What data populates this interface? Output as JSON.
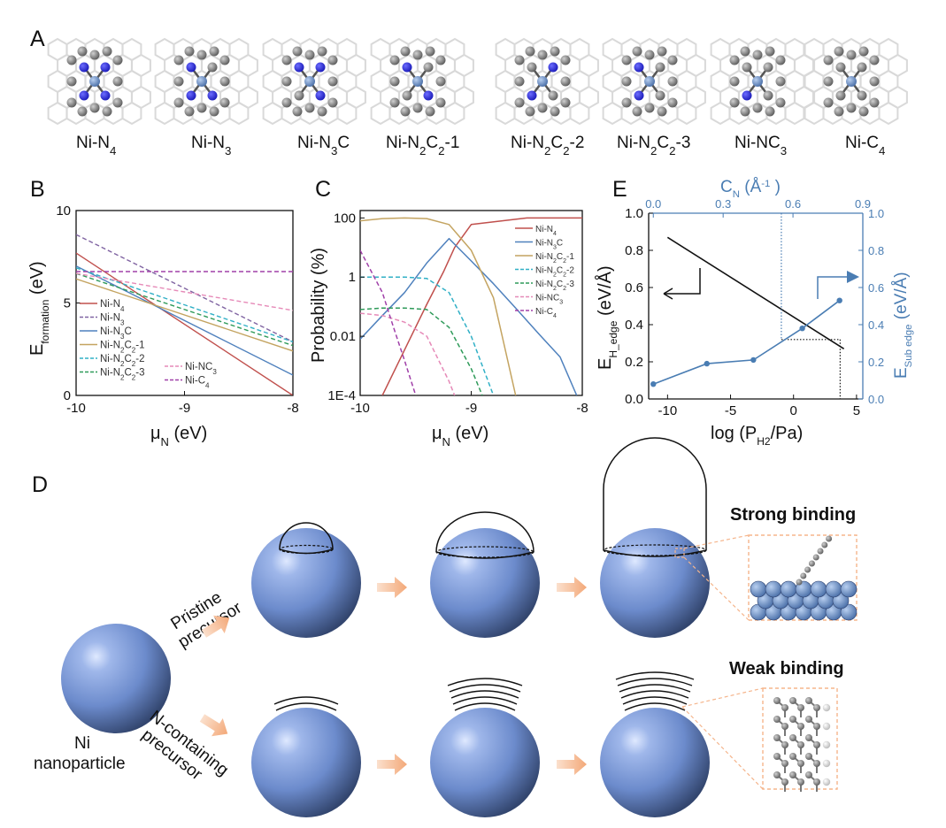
{
  "figure": {
    "panel_a": {
      "letter": "A",
      "structures": [
        {
          "name": "Ni-N",
          "sub": "4",
          "label": "Ni-N4"
        },
        {
          "name": "Ni-N",
          "sub": "3",
          "label": "Ni-N3"
        },
        {
          "name": "Ni-N",
          "sub": "3",
          "tail": "C",
          "label": "Ni-N3C"
        },
        {
          "name": "Ni-N",
          "sub": "2",
          "mid": "C",
          "sub2": "2",
          "tail": "-1",
          "label": "Ni-N2C2-1"
        },
        {
          "name": "Ni-N",
          "sub": "2",
          "mid": "C",
          "sub2": "2",
          "tail": "-2",
          "label": "Ni-N2C2-2"
        },
        {
          "name": "Ni-N",
          "sub": "2",
          "mid": "C",
          "sub2": "2",
          "tail": "-3",
          "label": "Ni-N2C2-3"
        },
        {
          "name": "Ni-NC",
          "sub": "3",
          "label": "Ni-NC3"
        },
        {
          "name": "Ni-C",
          "sub": "4",
          "label": "Ni-C4"
        }
      ]
    },
    "panel_d": {
      "letter": "D",
      "start_label_line1": "Ni",
      "start_label_line2": "nanoparticle",
      "upper_path_line1": "Pristine",
      "upper_path_line2": "precursor",
      "lower_path_line1": "N-containing",
      "lower_path_line2": "precursor",
      "strong_label": "Strong binding",
      "weak_label": "Weak binding"
    },
    "colors": {
      "ni_sphere": "#6f8fd0",
      "arrow": "#f5b58c",
      "nitrogen": "#2121d6",
      "carbon": "#6b6b6b",
      "nickel": "#5a7fb8",
      "blue_axis": "#4a7db3"
    }
  },
  "chart_data": [
    {
      "panel": "B",
      "type": "line",
      "xlabel": "μN (eV)",
      "ylabel": "Eformation (eV)",
      "xlim": [
        -10,
        -8
      ],
      "ylim": [
        0,
        10
      ],
      "xticks": [
        "-10",
        "-9",
        "-8"
      ],
      "yticks": [
        "0",
        "5",
        "10"
      ],
      "series": [
        {
          "name": "Ni-N4",
          "color": "#c0504d",
          "dash": false,
          "x": [
            -10,
            -8
          ],
          "y": [
            7.7,
            0
          ]
        },
        {
          "name": "Ni-N3",
          "color": "#8064a2",
          "dash": true,
          "x": [
            -10,
            -8
          ],
          "y": [
            8.7,
            2.9
          ]
        },
        {
          "name": "Ni-N3C",
          "color": "#4f81bd",
          "dash": false,
          "x": [
            -10,
            -8
          ],
          "y": [
            7.0,
            1.1
          ]
        },
        {
          "name": "Ni-N2C2-1",
          "color": "#c4a461",
          "dash": false,
          "x": [
            -10,
            -8
          ],
          "y": [
            6.3,
            2.4
          ]
        },
        {
          "name": "Ni-N2C2-2",
          "color": "#31b0c6",
          "dash": true,
          "x": [
            -10,
            -8
          ],
          "y": [
            6.9,
            2.9
          ]
        },
        {
          "name": "Ni-N2C2-3",
          "color": "#2e9a59",
          "dash": true,
          "x": [
            -10,
            -8
          ],
          "y": [
            6.6,
            2.7
          ]
        },
        {
          "name": "Ni-NC3",
          "color": "#e68ab8",
          "dash": true,
          "x": [
            -10,
            -8
          ],
          "y": [
            6.6,
            4.6
          ]
        },
        {
          "name": "Ni-C4",
          "color": "#a040a8",
          "dash": true,
          "x": [
            -10,
            -8
          ],
          "y": [
            6.7,
            6.7
          ]
        }
      ],
      "legend_left": [
        {
          "name": "Ni-N",
          "sub": "4"
        },
        {
          "name": "Ni-N",
          "sub": "3"
        },
        {
          "name": "Ni-N",
          "sub": "3",
          "tail": "C"
        },
        {
          "name": "Ni-N",
          "sub": "2",
          "mid": "C",
          "sub2": "2",
          "tail": "-1"
        },
        {
          "name": "Ni-N",
          "sub": "2",
          "mid": "C",
          "sub2": "2",
          "tail": "-2"
        },
        {
          "name": "Ni-N",
          "sub": "2",
          "mid": "C",
          "sub2": "2",
          "tail": "-3"
        }
      ],
      "legend_right": [
        {
          "name": "Ni-NC",
          "sub": "3"
        },
        {
          "name": "Ni-C",
          "sub": "4"
        }
      ]
    },
    {
      "panel": "C",
      "type": "line",
      "xlabel": "μN (eV)",
      "ylabel": "Probability (%)",
      "xlim": [
        -10,
        -8
      ],
      "yscale": "log",
      "ylim": [
        0.0001,
        100
      ],
      "xticks": [
        "-10",
        "-9",
        "-8"
      ],
      "yticks": [
        "1E-4",
        "0.01",
        "1",
        "100"
      ],
      "series": [
        {
          "name": "Ni-N4",
          "color": "#c0504d",
          "dash": false,
          "x": [
            -9.8,
            -9.6,
            -9.4,
            -9.25,
            -9.15,
            -9.0,
            -8.5,
            -8.0
          ],
          "y": [
            0.0001,
            0.0035,
            0.12,
            1.5,
            10,
            60,
            100,
            100
          ]
        },
        {
          "name": "Ni-N3C",
          "color": "#4f81bd",
          "dash": false,
          "x": [
            -10.0,
            -9.8,
            -9.6,
            -9.4,
            -9.2,
            -9.0,
            -8.8,
            -8.6,
            -8.4,
            -8.2,
            -8.05
          ],
          "y": [
            0.008,
            0.05,
            0.3,
            3,
            20,
            3.5,
            0.6,
            0.09,
            0.013,
            0.002,
            0.0001
          ]
        },
        {
          "name": "Ni-N2C2-1",
          "color": "#c4a461",
          "dash": false,
          "x": [
            -10.0,
            -9.8,
            -9.6,
            -9.4,
            -9.2,
            -9.0,
            -8.8,
            -8.6
          ],
          "y": [
            80,
            95,
            100,
            95,
            60,
            8,
            0.2,
            0.0001
          ]
        },
        {
          "name": "Ni-N2C2-2",
          "color": "#31b0c6",
          "dash": true,
          "x": [
            -10.0,
            -9.8,
            -9.6,
            -9.4,
            -9.2,
            -9.0,
            -8.8
          ],
          "y": [
            1,
            1,
            1,
            0.9,
            0.3,
            0.01,
            0.0001
          ]
        },
        {
          "name": "Ni-N2C2-3",
          "color": "#2e9a59",
          "dash": true,
          "x": [
            -10.0,
            -9.8,
            -9.6,
            -9.4,
            -9.2,
            -9.0,
            -8.9
          ],
          "y": [
            0.08,
            0.09,
            0.09,
            0.08,
            0.02,
            0.0008,
            0.0001
          ]
        },
        {
          "name": "Ni-NC3",
          "color": "#e68ab8",
          "dash": true,
          "x": [
            -10.0,
            -9.8,
            -9.6,
            -9.4,
            -9.2,
            -9.15
          ],
          "y": [
            0.06,
            0.05,
            0.03,
            0.01,
            0.0003,
            0.0001
          ]
        },
        {
          "name": "Ni-C4",
          "color": "#a040a8",
          "dash": true,
          "x": [
            -10.0,
            -9.8,
            -9.7,
            -9.6,
            -9.5
          ],
          "y": [
            8,
            0.3,
            0.02,
            0.0015,
            0.0001
          ]
        }
      ],
      "legend": [
        {
          "name": "Ni-N",
          "sub": "4"
        },
        {
          "name": "Ni-N",
          "sub": "3",
          "tail": "C"
        },
        {
          "name": "Ni-N",
          "sub": "2",
          "mid": "C",
          "sub2": "2",
          "tail": "-1"
        },
        {
          "name": "Ni-N",
          "sub": "2",
          "mid": "C",
          "sub2": "2",
          "tail": "-2"
        },
        {
          "name": "Ni-N",
          "sub": "2",
          "mid": "C",
          "sub2": "2",
          "tail": "-3"
        },
        {
          "name": "Ni-NC",
          "sub": "3"
        },
        {
          "name": "Ni-C",
          "sub": "4"
        }
      ]
    },
    {
      "panel": "E",
      "type": "line",
      "xlabel": "log (PH2/Pa)",
      "ylabel": "EH_edge (eV/Å)",
      "ylabel_right": "ESub edge (eV/Å)",
      "top_xlabel": "CN (Å-1 )",
      "xlim": [
        -11.5,
        5.5
      ],
      "ylim": [
        0,
        1.0
      ],
      "xticks": [
        "-10",
        "-5",
        "0",
        "5"
      ],
      "yticks": [
        "0.0",
        "0.2",
        "0.4",
        "0.6",
        "0.8",
        "1.0"
      ],
      "top_xlim": [
        -0.02,
        0.9
      ],
      "top_xticks": [
        "0.0",
        "0.3",
        "0.6",
        "0.9"
      ],
      "right_yticks": [
        "0.0",
        "0.2",
        "0.4",
        "0.6",
        "0.8",
        "1.0"
      ],
      "series": [
        {
          "name": "EH_edge",
          "color": "#111111",
          "axis": "bottom-left",
          "x": [
            -10,
            4
          ],
          "y": [
            0.87,
            0.27
          ]
        },
        {
          "name": "ESub edge",
          "color": "#4a7db3",
          "axis": "top-right",
          "markers": true,
          "x": [
            0.0,
            0.23,
            0.43,
            0.64,
            0.8
          ],
          "y": [
            0.08,
            0.19,
            0.21,
            0.38,
            0.53
          ]
        }
      ]
    }
  ]
}
